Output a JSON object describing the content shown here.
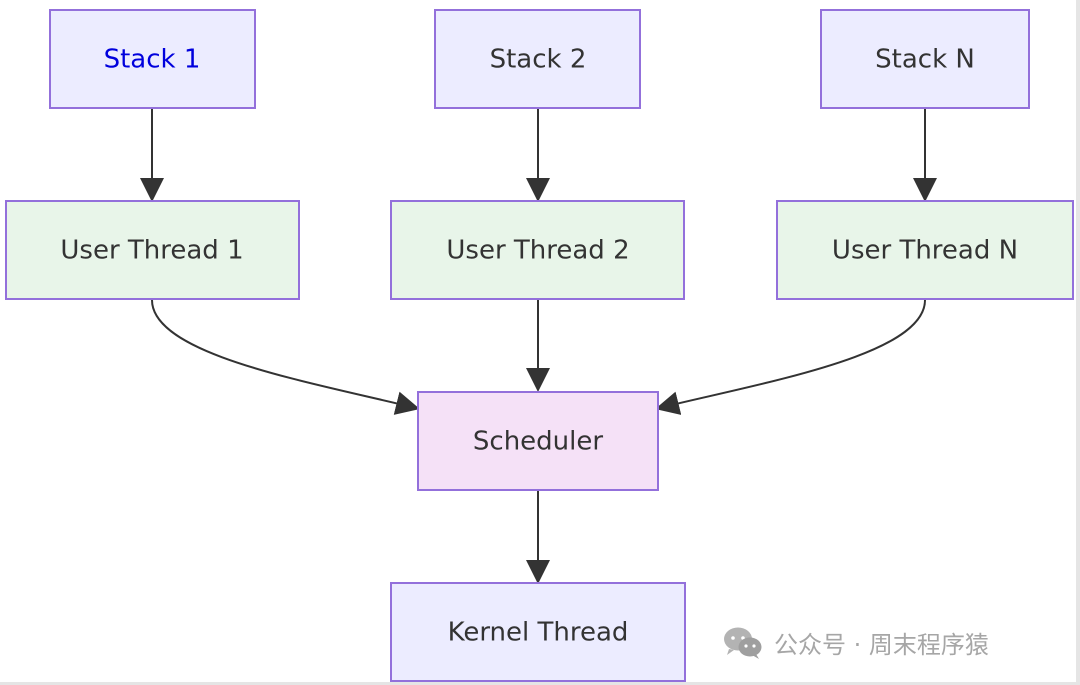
{
  "nodes": {
    "stack_1": "Stack 1",
    "stack_2": "Stack 2",
    "stack_n": "Stack N",
    "user_thread_1": "User Thread 1",
    "user_thread_2": "User Thread 2",
    "user_thread_n": "User Thread N",
    "scheduler": "Scheduler",
    "kernel_thread": "Kernel Thread"
  },
  "colors": {
    "stack_fill": "#ececff",
    "thread_fill": "#e8f5e9",
    "scheduler_fill": "#f5e1f7",
    "border": "#9370db",
    "highlight_text": "#0000dd",
    "edge": "#333333"
  },
  "watermark": {
    "icon": "wechat-icon",
    "text": "公众号 · 周末程序猿"
  }
}
